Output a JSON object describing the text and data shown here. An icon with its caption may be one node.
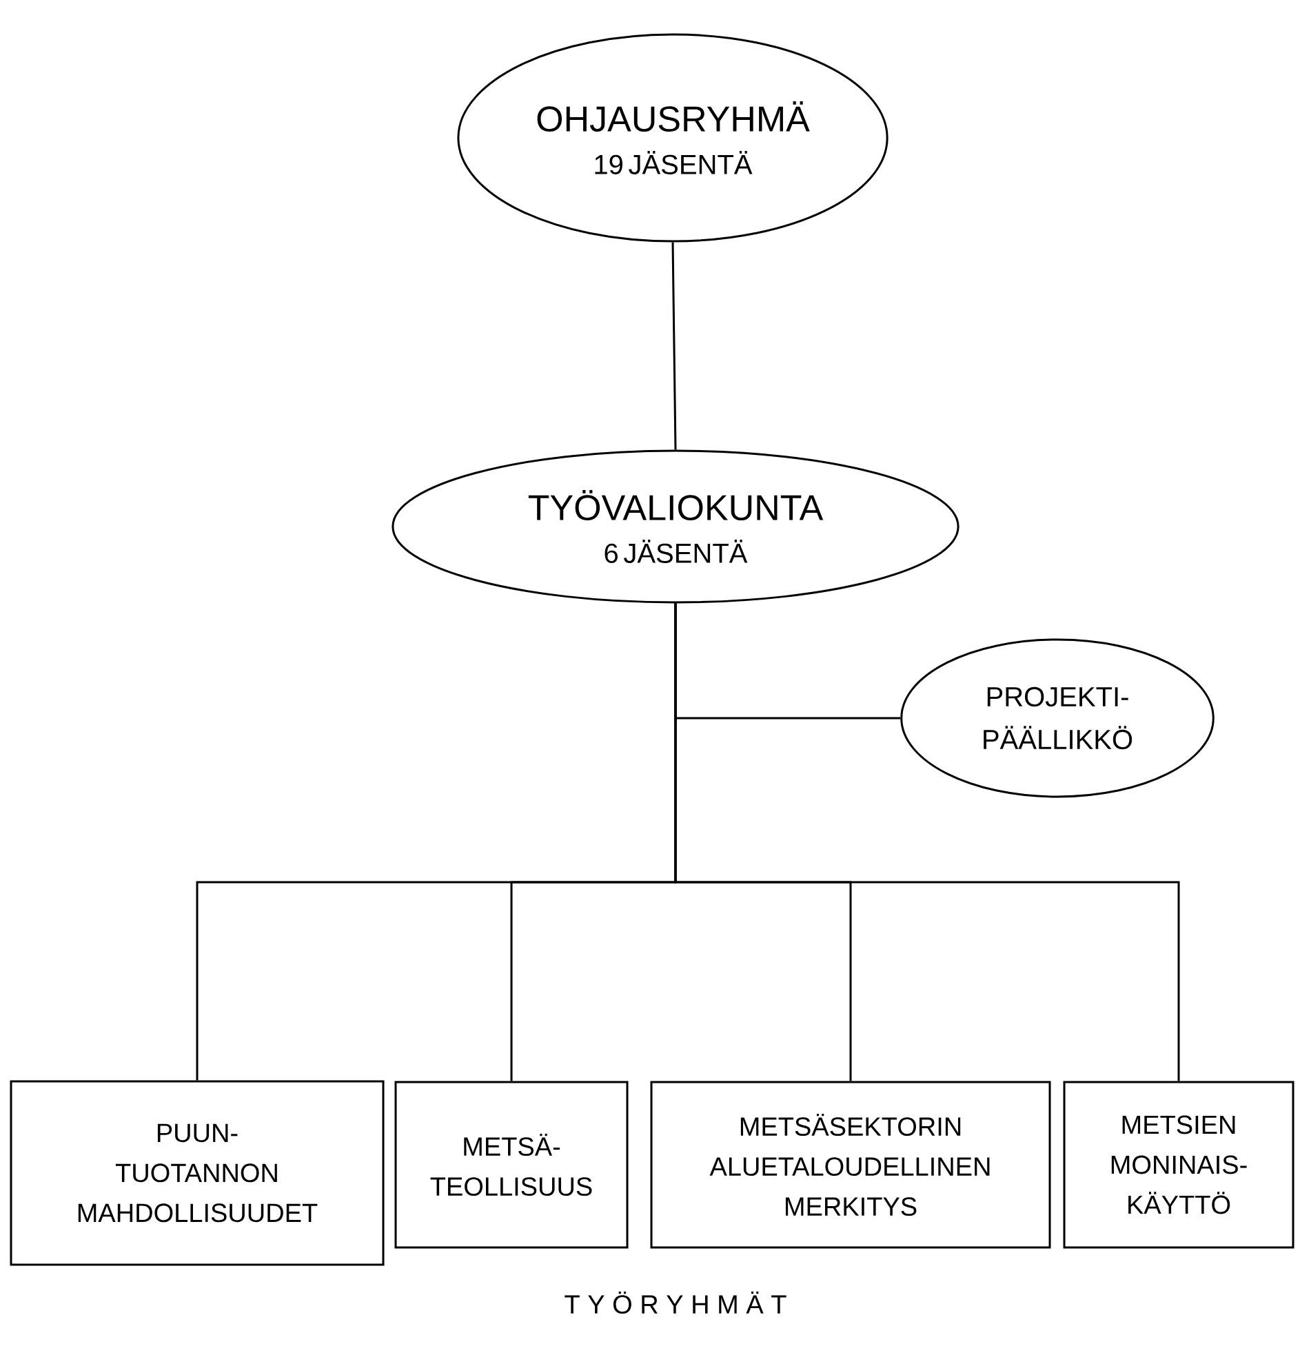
{
  "diagram": {
    "nodes": [
      {
        "text": [
          "OHJAUSRYHMÄ",
          "19 JÄSENTÄ"
        ]
      },
      {
        "text": [
          "TYÖVALIOKUNTA",
          "6 JÄSENTÄ"
        ]
      },
      {
        "text": [
          "PROJEKTI- PÄÄLLIKKÖ"
        ]
      },
      {
        "text": [
          "PUUN- TUOTANNON MAHDOLLISUUDET"
        ]
      },
      {
        "text": [
          "METSÄ- TEOLLISUUS"
        ]
      },
      {
        "text": [
          "METSÄSEKTORIN ALUETALOUDELLINEN MERKITYS"
        ]
      },
      {
        "text": [
          "METSIEN MONINAIS- KÄYTTÖ"
        ]
      }
    ],
    "edges": [
      {
        "from": 0,
        "to": 1,
        "arrow": "none"
      },
      {
        "from": 1,
        "to": 2,
        "arrow": "none"
      },
      {
        "from": 1,
        "to": 3,
        "arrow": "none"
      },
      {
        "from": 1,
        "to": 4,
        "arrow": "none"
      },
      {
        "from": 1,
        "to": 5,
        "arrow": "none"
      },
      {
        "from": 1,
        "to": 6,
        "arrow": "none"
      }
    ],
    "labels": [
      "T Y Ö R Y H M Ä T"
    ]
  }
}
